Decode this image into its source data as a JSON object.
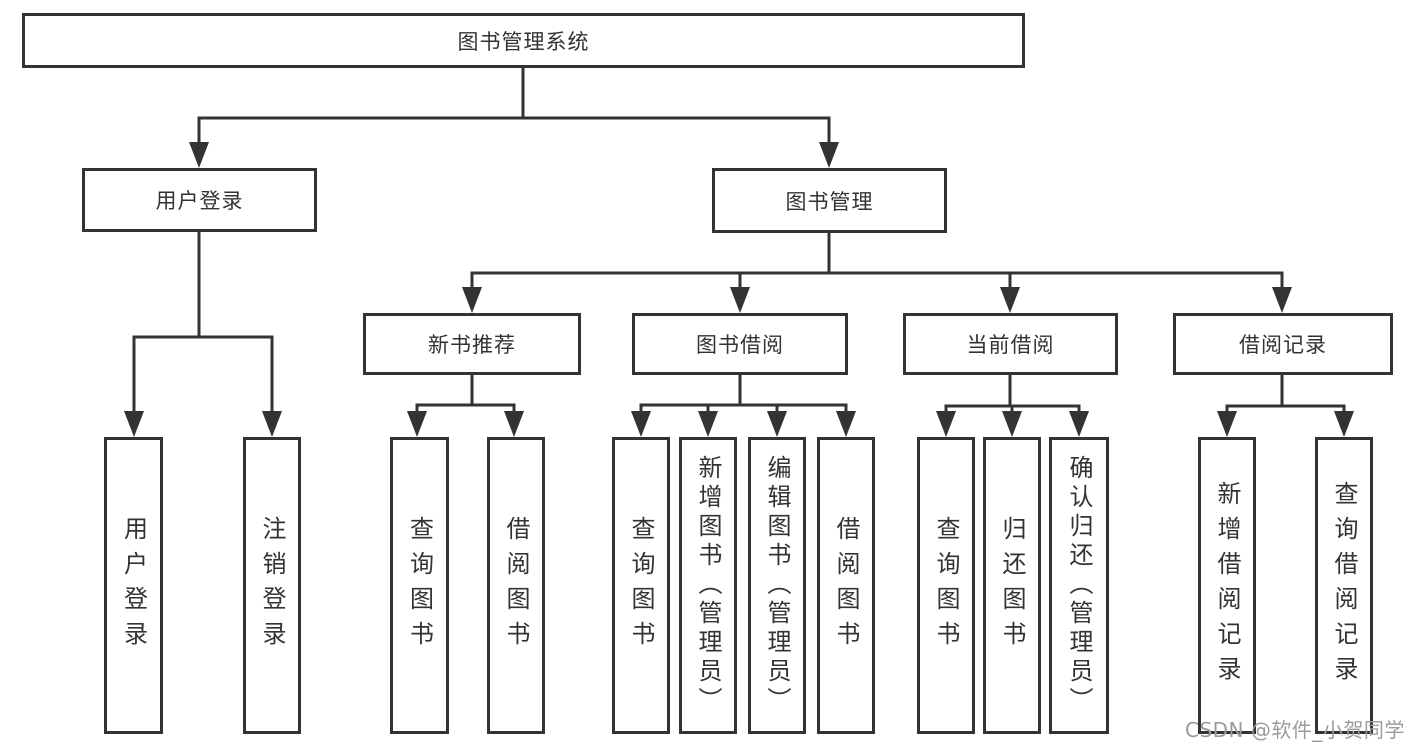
{
  "tree": {
    "label": "图书管理系统",
    "children": [
      {
        "label": "用户登录",
        "children": [
          {
            "label": "用户登录"
          },
          {
            "label": "注销登录"
          }
        ]
      },
      {
        "label": "图书管理",
        "children": [
          {
            "label": "新书推荐",
            "children": [
              {
                "label": "查询图书"
              },
              {
                "label": "借阅图书"
              }
            ]
          },
          {
            "label": "图书借阅",
            "children": [
              {
                "label": "查询图书"
              },
              {
                "label": "新增图书（管理员）"
              },
              {
                "label": "编辑图书（管理员）"
              },
              {
                "label": "借阅图书"
              }
            ]
          },
          {
            "label": "当前借阅",
            "children": [
              {
                "label": "查询图书"
              },
              {
                "label": "归还图书"
              },
              {
                "label": "确认归还（管理员）"
              }
            ]
          },
          {
            "label": "借阅记录",
            "children": [
              {
                "label": "新增借阅记录"
              },
              {
                "label": "查询借阅记录"
              }
            ]
          }
        ]
      }
    ]
  },
  "watermark": {
    "text": "CSDN @软件_小贺同学"
  },
  "colors": {
    "line": "#333333",
    "text": "#333333",
    "box_background": "#ffffff",
    "background": "#ffffff",
    "watermark": "#9b9b9b"
  }
}
